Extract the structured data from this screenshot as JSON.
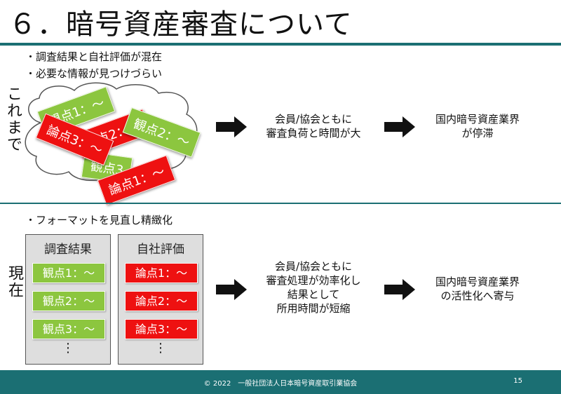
{
  "title": "６．暗号資産審査について",
  "before": {
    "label": "これまで",
    "bullets": [
      "・調査結果と自社評価が混在",
      "・必要な情報が見つけづらい"
    ],
    "cards": [
      "観点1：～",
      "論点3：～",
      "論点2：～",
      "観点2：～",
      "観点3",
      "論点1：～"
    ],
    "step1": [
      "会員/協会ともに",
      "審査負荷と時間が大"
    ],
    "step2": [
      "国内暗号資産業界",
      "が停滞"
    ]
  },
  "now": {
    "label": "現在",
    "bullets": [
      "・フォーマットを見直し精緻化"
    ],
    "panel_left": {
      "title": "調査結果",
      "items": [
        "観点1：～",
        "観点2：～",
        "観点3：～"
      ],
      "more": "⋮"
    },
    "panel_right": {
      "title": "自社評価",
      "items": [
        "論点1：～",
        "論点2：～",
        "論点3：～"
      ],
      "more": "⋮"
    },
    "step1": [
      "会員/協会ともに",
      "審査処理が効率化し",
      "結果として",
      "所用時間が短縮"
    ],
    "step2": [
      "国内暗号資産業界",
      "の活性化へ寄与"
    ]
  },
  "footer": {
    "copyright": "© 2022　一般社団法人日本暗号資産取引業協会",
    "page": "15"
  },
  "colors": {
    "accent": "#1b6f73",
    "green": "#8cc63f",
    "red": "#ee1111",
    "panel": "#dedede"
  }
}
